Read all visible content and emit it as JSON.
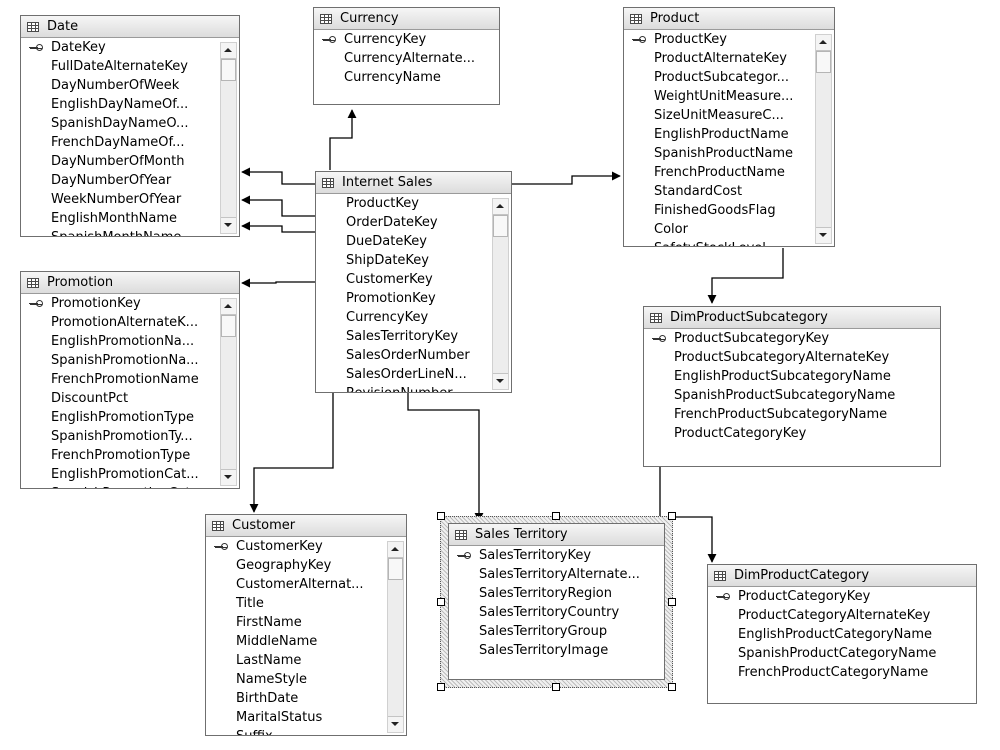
{
  "colors": {
    "border": "#6f6f6f",
    "header": "#e4e4e4",
    "line": "#000000"
  },
  "tables": {
    "date": {
      "title": "Date",
      "columns": [
        {
          "name": "DateKey",
          "key": true
        },
        {
          "name": "FullDateAlternateKey"
        },
        {
          "name": "DayNumberOfWeek"
        },
        {
          "name": "EnglishDayNameOf..."
        },
        {
          "name": "SpanishDayNameO..."
        },
        {
          "name": "FrenchDayNameOf..."
        },
        {
          "name": "DayNumberOfMonth"
        },
        {
          "name": "DayNumberOfYear"
        },
        {
          "name": "WeekNumberOfYear"
        },
        {
          "name": "EnglishMonthName"
        },
        {
          "name": "SpanishMonthName"
        }
      ]
    },
    "currency": {
      "title": "Currency",
      "columns": [
        {
          "name": "CurrencyKey",
          "key": true
        },
        {
          "name": "CurrencyAlternate..."
        },
        {
          "name": "CurrencyName"
        }
      ]
    },
    "product": {
      "title": "Product",
      "columns": [
        {
          "name": "ProductKey",
          "key": true
        },
        {
          "name": "ProductAlternateKey"
        },
        {
          "name": "ProductSubcategor..."
        },
        {
          "name": "WeightUnitMeasure..."
        },
        {
          "name": "SizeUnitMeasureC..."
        },
        {
          "name": "EnglishProductName"
        },
        {
          "name": "SpanishProductName"
        },
        {
          "name": "FrenchProductName"
        },
        {
          "name": "StandardCost"
        },
        {
          "name": "FinishedGoodsFlag"
        },
        {
          "name": "Color"
        },
        {
          "name": "SafetyStockLevel"
        }
      ]
    },
    "internet_sales": {
      "title": "Internet Sales",
      "columns": [
        {
          "name": "ProductKey"
        },
        {
          "name": "OrderDateKey"
        },
        {
          "name": "DueDateKey"
        },
        {
          "name": "ShipDateKey"
        },
        {
          "name": "CustomerKey"
        },
        {
          "name": "PromotionKey"
        },
        {
          "name": "CurrencyKey"
        },
        {
          "name": "SalesTerritoryKey"
        },
        {
          "name": "SalesOrderNumber"
        },
        {
          "name": "SalesOrderLineN..."
        },
        {
          "name": "RevisionNumber"
        }
      ]
    },
    "promotion": {
      "title": "Promotion",
      "columns": [
        {
          "name": "PromotionKey",
          "key": true
        },
        {
          "name": "PromotionAlternateK..."
        },
        {
          "name": "EnglishPromotionNa..."
        },
        {
          "name": "SpanishPromotionNa..."
        },
        {
          "name": "FrenchPromotionName"
        },
        {
          "name": "DiscountPct"
        },
        {
          "name": "EnglishPromotionType"
        },
        {
          "name": "SpanishPromotionTy..."
        },
        {
          "name": "FrenchPromotionType"
        },
        {
          "name": "EnglishPromotionCat..."
        },
        {
          "name": "SpanishPromotionCat..."
        }
      ]
    },
    "dim_product_subcategory": {
      "title": "DimProductSubcategory",
      "columns": [
        {
          "name": "ProductSubcategoryKey",
          "key": true
        },
        {
          "name": "ProductSubcategoryAlternateKey"
        },
        {
          "name": "EnglishProductSubcategoryName"
        },
        {
          "name": "SpanishProductSubcategoryName"
        },
        {
          "name": "FrenchProductSubcategoryName"
        },
        {
          "name": "ProductCategoryKey"
        }
      ]
    },
    "customer": {
      "title": "Customer",
      "columns": [
        {
          "name": "CustomerKey",
          "key": true
        },
        {
          "name": "GeographyKey"
        },
        {
          "name": "CustomerAlternat..."
        },
        {
          "name": "Title"
        },
        {
          "name": "FirstName"
        },
        {
          "name": "MiddleName"
        },
        {
          "name": "LastName"
        },
        {
          "name": "NameStyle"
        },
        {
          "name": "BirthDate"
        },
        {
          "name": "MaritalStatus"
        },
        {
          "name": "Suffix"
        }
      ]
    },
    "sales_territory": {
      "title": "Sales Territory",
      "columns": [
        {
          "name": "SalesTerritoryKey",
          "key": true
        },
        {
          "name": "SalesTerritoryAlternate..."
        },
        {
          "name": "SalesTerritoryRegion"
        },
        {
          "name": "SalesTerritoryCountry"
        },
        {
          "name": "SalesTerritoryGroup"
        },
        {
          "name": "SalesTerritoryImage"
        }
      ]
    },
    "dim_product_category": {
      "title": "DimProductCategory",
      "columns": [
        {
          "name": "ProductCategoryKey",
          "key": true
        },
        {
          "name": "ProductCategoryAlternateKey"
        },
        {
          "name": "EnglishProductCategoryName"
        },
        {
          "name": "SpanishProductCategoryName"
        },
        {
          "name": "FrenchProductCategoryName"
        }
      ]
    }
  }
}
